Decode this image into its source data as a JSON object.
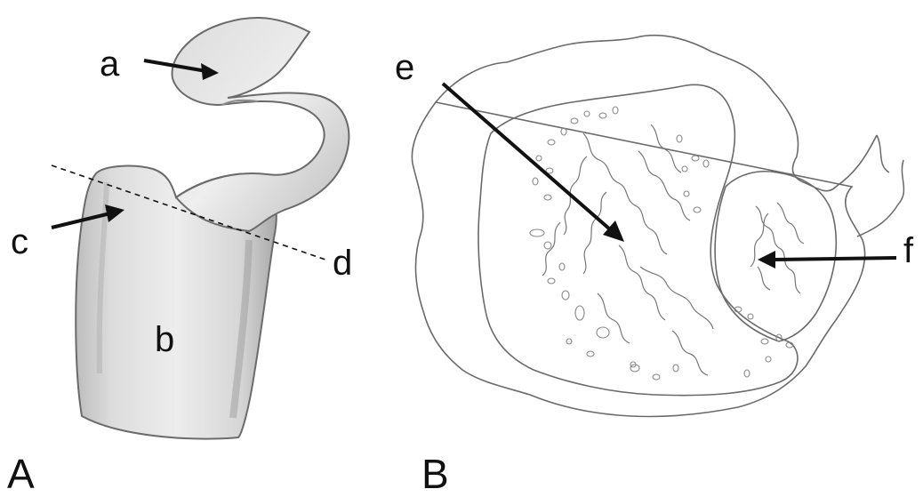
{
  "panel_a": {
    "panel_label": "A",
    "labels": {
      "a": "a",
      "b": "b",
      "c": "c",
      "d": "d"
    }
  },
  "panel_b": {
    "panel_label": "B",
    "labels": {
      "e": "e",
      "f": "f"
    }
  },
  "colors": {
    "ink": "#111111",
    "fill_light": "#e6e6e6",
    "fill_mid": "#cfcfcf",
    "fill_dark": "#b8b8b8",
    "outline": "#6b6b6b"
  }
}
